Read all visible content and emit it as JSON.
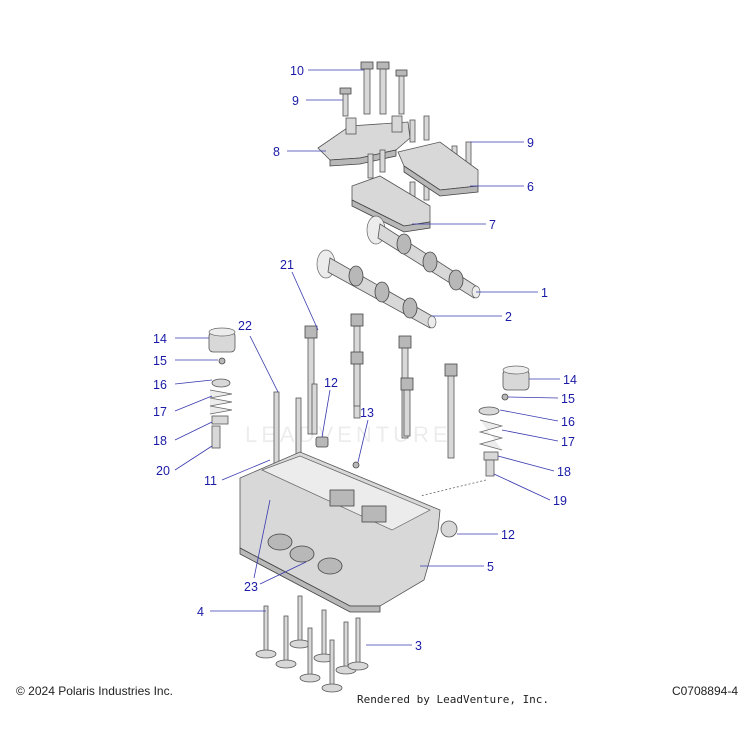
{
  "callouts": [
    {
      "label": "10"
    },
    {
      "label": "9"
    },
    {
      "label": "8"
    },
    {
      "label": "9"
    },
    {
      "label": "6"
    },
    {
      "label": "7"
    },
    {
      "label": "21"
    },
    {
      "label": "1"
    },
    {
      "label": "2"
    },
    {
      "label": "14"
    },
    {
      "label": "22"
    },
    {
      "label": "15"
    },
    {
      "label": "16"
    },
    {
      "label": "17"
    },
    {
      "label": "18"
    },
    {
      "label": "20"
    },
    {
      "label": "12"
    },
    {
      "label": "13"
    },
    {
      "label": "14"
    },
    {
      "label": "15"
    },
    {
      "label": "16"
    },
    {
      "label": "17"
    },
    {
      "label": "18"
    },
    {
      "label": "19"
    },
    {
      "label": "11"
    },
    {
      "label": "12"
    },
    {
      "label": "5"
    },
    {
      "label": "23"
    },
    {
      "label": "4"
    },
    {
      "label": "3"
    }
  ],
  "footer": {
    "copyright": "© 2024 Polaris Industries Inc.",
    "rendered_by": "Rendered by LeadVenture, Inc.",
    "diagram_code": "C0708894-4"
  },
  "watermark": "LEADVENTURE",
  "colors": {
    "callout_text": "#1a1aa6",
    "leader_line": "#3a3ab0",
    "part_fill": "#d8d8d8"
  }
}
